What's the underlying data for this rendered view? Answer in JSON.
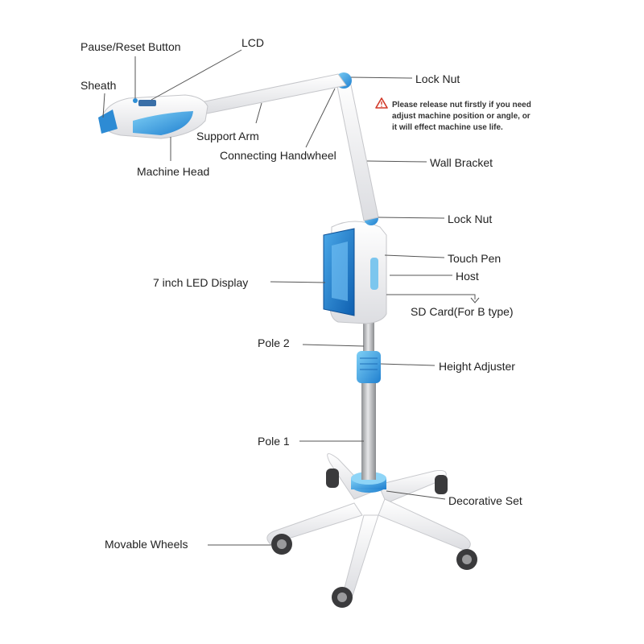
{
  "colors": {
    "accent": "#2f8fd6",
    "accent_light": "#6cc0f2",
    "body": "#f1f1f3",
    "body_shadow": "#d9dade",
    "metal": "#b5b7ba",
    "warning": "#d23a2a",
    "leader": "#555555"
  },
  "labels": {
    "pause_reset_button": "Pause/Reset Button",
    "lcd": "LCD",
    "sheath": "Sheath",
    "support_arm": "Support Arm",
    "connecting_handwheel": "Connecting Handwheel",
    "machine_head": "Machine Head",
    "lock_nut_top": "Lock Nut",
    "wall_bracket": "Wall Bracket",
    "lock_nut_mid": "Lock Nut",
    "touch_pen": "Touch Pen",
    "led_display": "7 inch LED Display",
    "host": "Host",
    "sd_card": "SD Card(For B type)",
    "pole_2": "Pole 2",
    "height_adjuster": "Height  Adjuster",
    "pole_1": "Pole 1",
    "decorative_set": "Decorative Set",
    "movable_wheels": "Movable Wheels"
  },
  "warning": {
    "icon": "warning-triangle-icon",
    "line1": "Please release nut firstly if you need",
    "line2": "adjust machine position or angle, or",
    "line3": "it will effect machine use life."
  }
}
